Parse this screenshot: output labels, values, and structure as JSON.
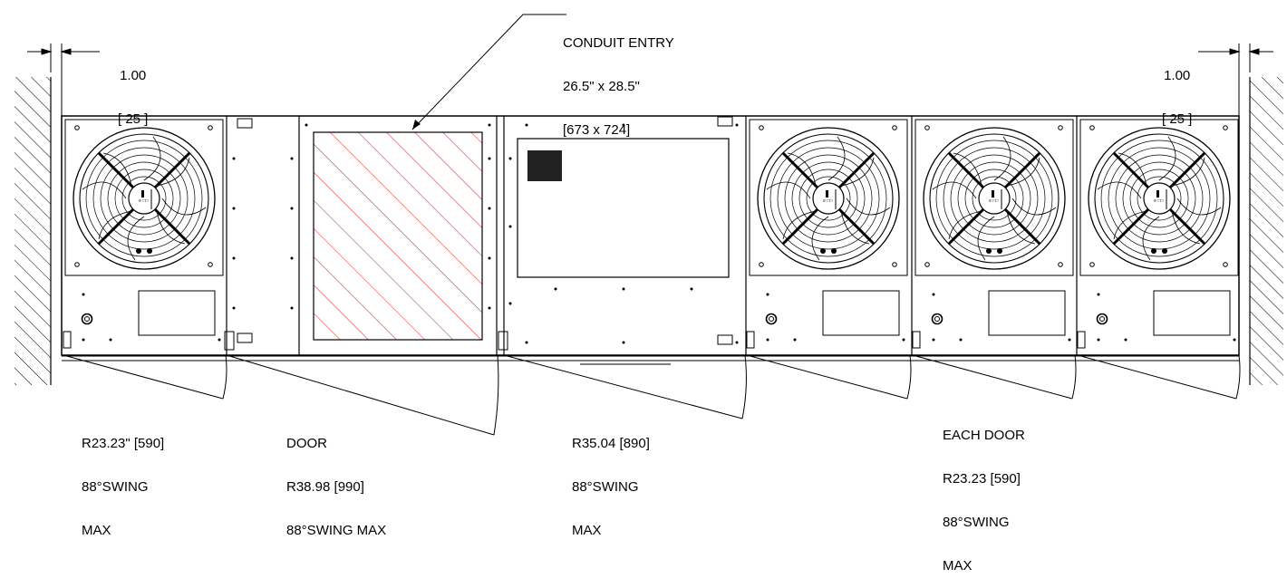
{
  "dimensions": {
    "left_clearance": {
      "inch": "1.00",
      "mm": "[ 25 ]"
    },
    "right_clearance": {
      "inch": "1.00",
      "mm": "[ 25 ]"
    }
  },
  "callouts": {
    "conduit": {
      "line1": "CONDUIT ENTRY",
      "line2": "26.5\" x 28.5\"",
      "line3": "[673 x 724]"
    },
    "left_door": {
      "line1": "R23.23\" [590]",
      "line2": "88°SWING",
      "line3": "MAX"
    },
    "center_door": {
      "line1": "DOOR",
      "line2": "R38.98 [990]",
      "line3": "88°SWING MAX"
    },
    "panel_door": {
      "line1": "R35.04 [890]",
      "line2": "88°SWING",
      "line3": "MAX"
    },
    "fan_doors": {
      "line1": "EACH DOOR",
      "line2": "R23.23 [590]",
      "line3": "88°SWING",
      "line4": "MAX"
    }
  },
  "colors": {
    "line": "#000000",
    "hatch_red": "#e0302a"
  }
}
